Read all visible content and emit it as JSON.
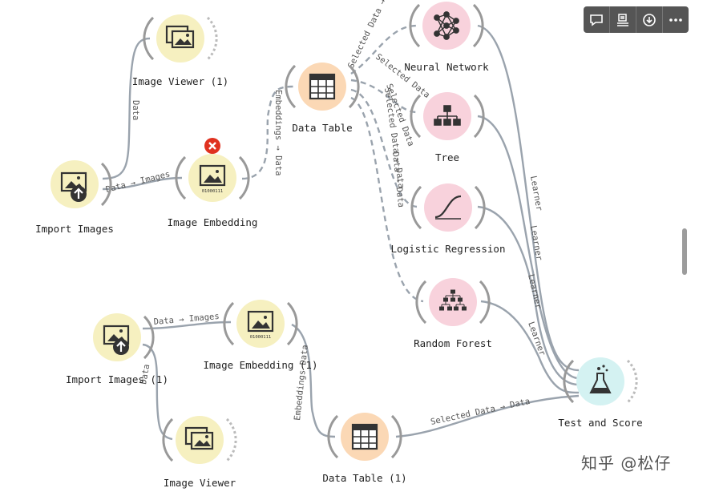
{
  "colors": {
    "yellow": "#f6f0c0",
    "orange": "#fbd8b5",
    "pink": "#f8d2dc",
    "cyan": "#d4f2f2",
    "link": "#9aa3ad",
    "error": "#e0311f"
  },
  "toolbar": {
    "buttons": [
      {
        "icon": "comment-icon"
      },
      {
        "icon": "notes-icon"
      },
      {
        "icon": "download-icon"
      },
      {
        "icon": "more-icon"
      }
    ]
  },
  "nodes": {
    "image_viewer_1": {
      "label": "Image Viewer (1)",
      "icon": "image-viewer-icon"
    },
    "import_images": {
      "label": "Import Images",
      "icon": "import-images-icon"
    },
    "image_embedding": {
      "label": "Image Embedding",
      "icon": "image-embedding-icon",
      "error": true,
      "embed_text": "01000111"
    },
    "data_table": {
      "label": "Data Table",
      "icon": "table-icon"
    },
    "neural_network": {
      "label": "Neural Network",
      "icon": "neural-network-icon"
    },
    "tree": {
      "label": "Tree",
      "icon": "tree-icon"
    },
    "logistic_regression": {
      "label": "Logistic Regression",
      "icon": "sigmoid-icon"
    },
    "random_forest": {
      "label": "Random Forest",
      "icon": "forest-icon"
    },
    "test_and_score": {
      "label": "Test and Score",
      "icon": "flask-icon"
    },
    "import_images_1": {
      "label": "Import Images (1)",
      "icon": "import-images-icon"
    },
    "image_embedding_1": {
      "label": "Image Embedding (1)",
      "icon": "image-embedding-icon",
      "embed_text": "01000111"
    },
    "image_viewer": {
      "label": "Image Viewer",
      "icon": "image-viewer-icon"
    },
    "data_table_1": {
      "label": "Data Table (1)",
      "icon": "table-icon"
    }
  },
  "links": {
    "l1": "Data",
    "l2": "Data → Images",
    "l3": "Embeddings → Data",
    "l4": "Selected Data →",
    "l5": "Selected Data",
    "l6": "Selected Data",
    "l7": "Selected Data → Data",
    "l8": "Data → Data",
    "l9": "Learner",
    "l10": "Learner",
    "l11": "Learner",
    "l12": "Learner",
    "l13": "Data → Images",
    "l14": "Data",
    "l15": "Embeddings Data",
    "l16": "Selected Data → Data"
  },
  "watermark": "知乎 @松仔"
}
